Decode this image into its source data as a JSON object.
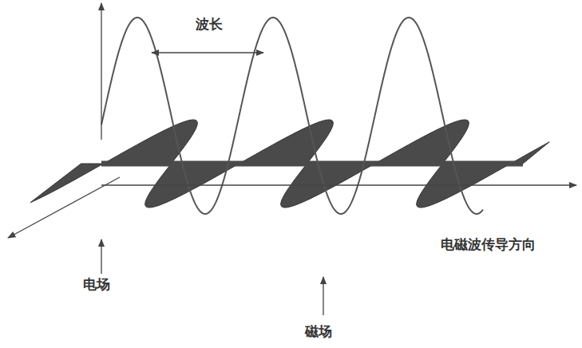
{
  "diagram": {
    "labels": [
      "波长",
      "电磁波传导方向",
      "电场",
      "磁场"
    ]
  }
}
